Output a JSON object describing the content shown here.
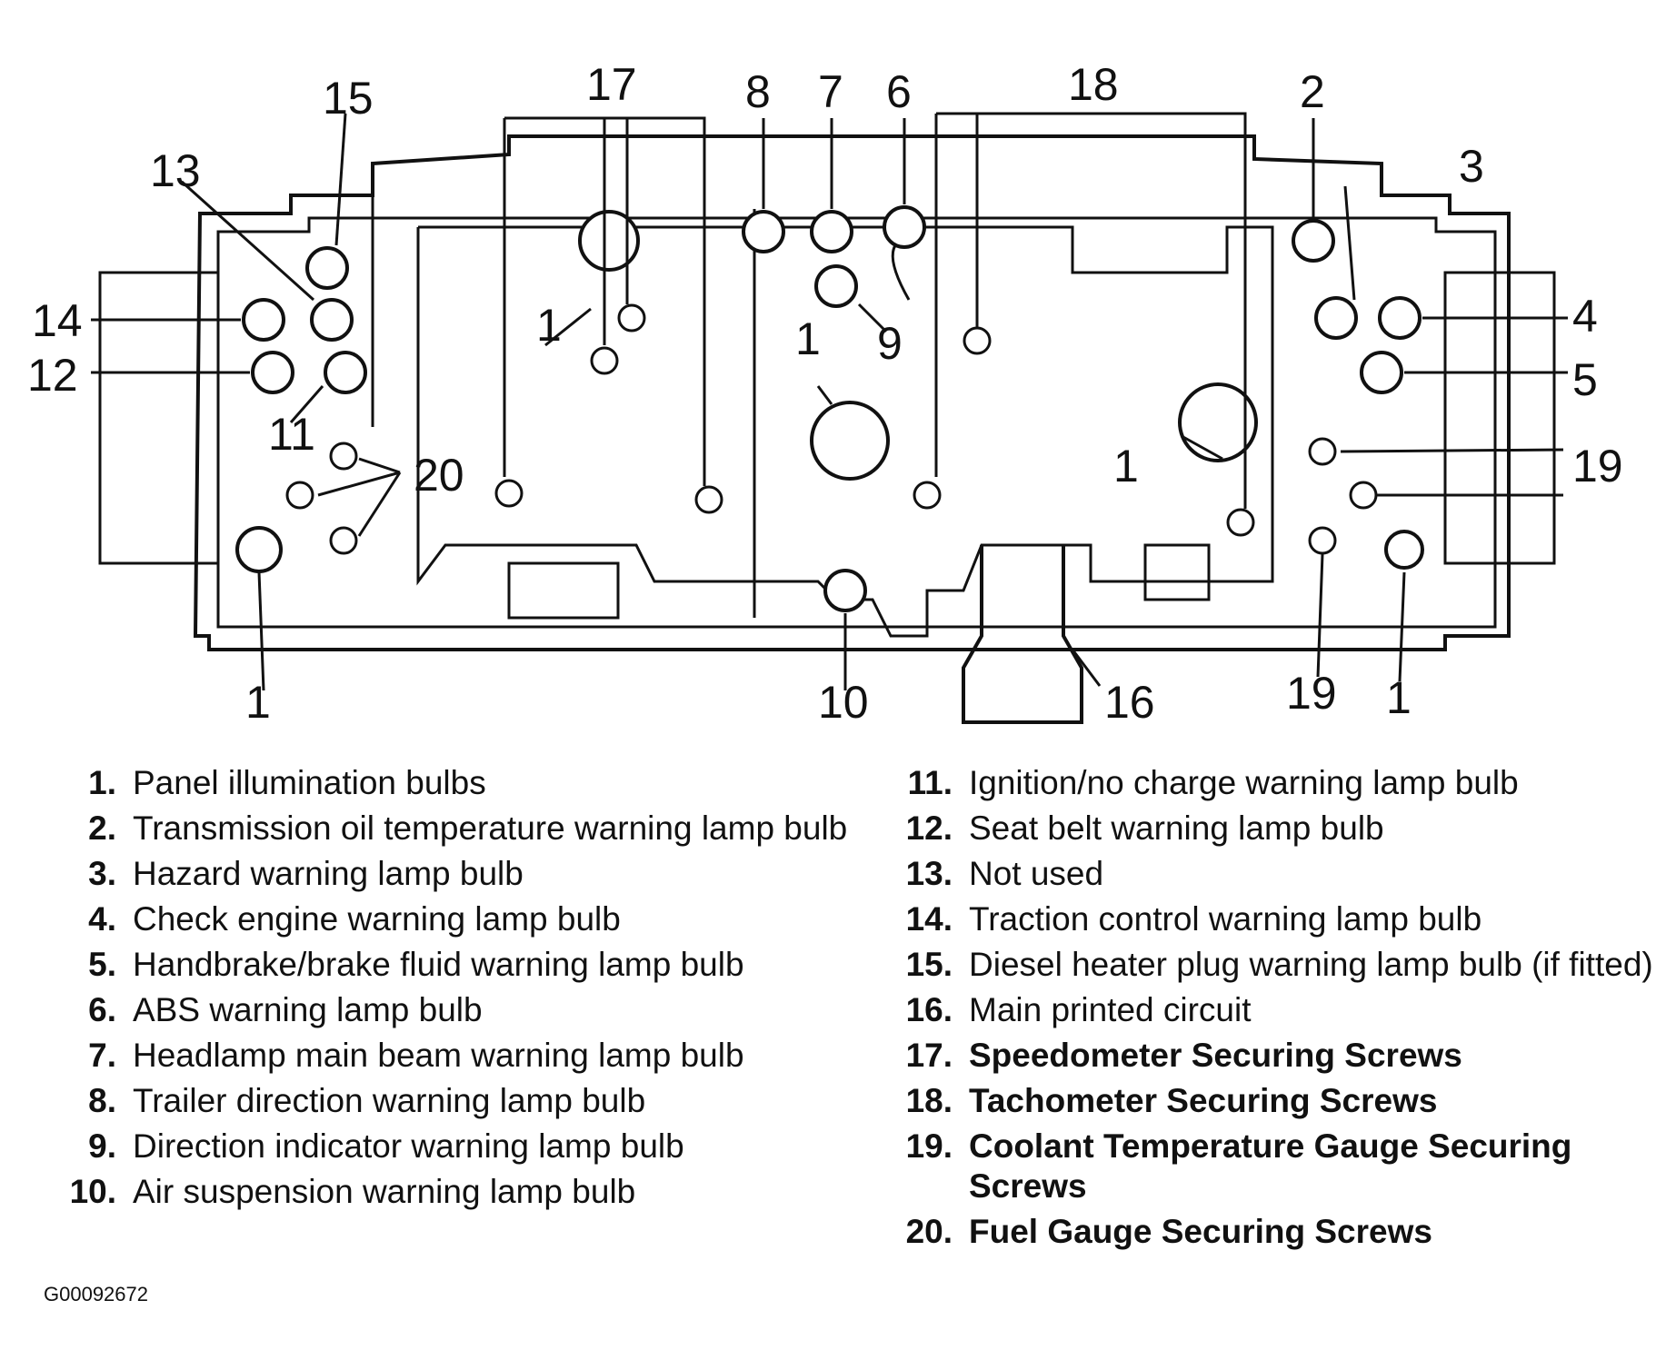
{
  "callouts": [
    "1",
    "2",
    "3",
    "4",
    "5",
    "6",
    "7",
    "8",
    "9",
    "10",
    "11",
    "12",
    "13",
    "14",
    "15",
    "16",
    "17",
    "18",
    "19",
    "20"
  ],
  "legend_left": [
    {
      "num": "1.",
      "text": "Panel illumination bulbs"
    },
    {
      "num": "2.",
      "text": "Transmission oil temperature warning lamp bulb"
    },
    {
      "num": "3.",
      "text": "Hazard warning lamp bulb"
    },
    {
      "num": "4.",
      "text": "Check engine warning lamp bulb"
    },
    {
      "num": "5.",
      "text": "Handbrake/brake fluid warning lamp bulb"
    },
    {
      "num": "6.",
      "text": "ABS warning lamp bulb"
    },
    {
      "num": "7.",
      "text": "Headlamp main beam warning lamp bulb"
    },
    {
      "num": "8.",
      "text": "Trailer direction warning lamp bulb"
    },
    {
      "num": "9.",
      "text": "Direction indicator warning lamp bulb"
    },
    {
      "num": "10.",
      "text": "Air suspension warning lamp bulb"
    }
  ],
  "legend_right": [
    {
      "num": "11.",
      "text": "Ignition/no charge warning lamp bulb"
    },
    {
      "num": "12.",
      "text": "Seat belt warning lamp bulb"
    },
    {
      "num": "13.",
      "text": "Not used"
    },
    {
      "num": "14.",
      "text": "Traction control warning lamp bulb"
    },
    {
      "num": "15.",
      "text": "Diesel heater plug warning lamp bulb (if fitted)"
    },
    {
      "num": "16.",
      "text": "Main printed circuit"
    },
    {
      "num": "17.",
      "text": "Speedometer Securing Screws"
    },
    {
      "num": "18.",
      "text": "Tachometer Securing Screws"
    },
    {
      "num": "19.",
      "text": "Coolant Temperature Gauge Securing Screws"
    },
    {
      "num": "20.",
      "text": "Fuel Gauge Securing Screws"
    }
  ],
  "figure_code": "G00092672"
}
